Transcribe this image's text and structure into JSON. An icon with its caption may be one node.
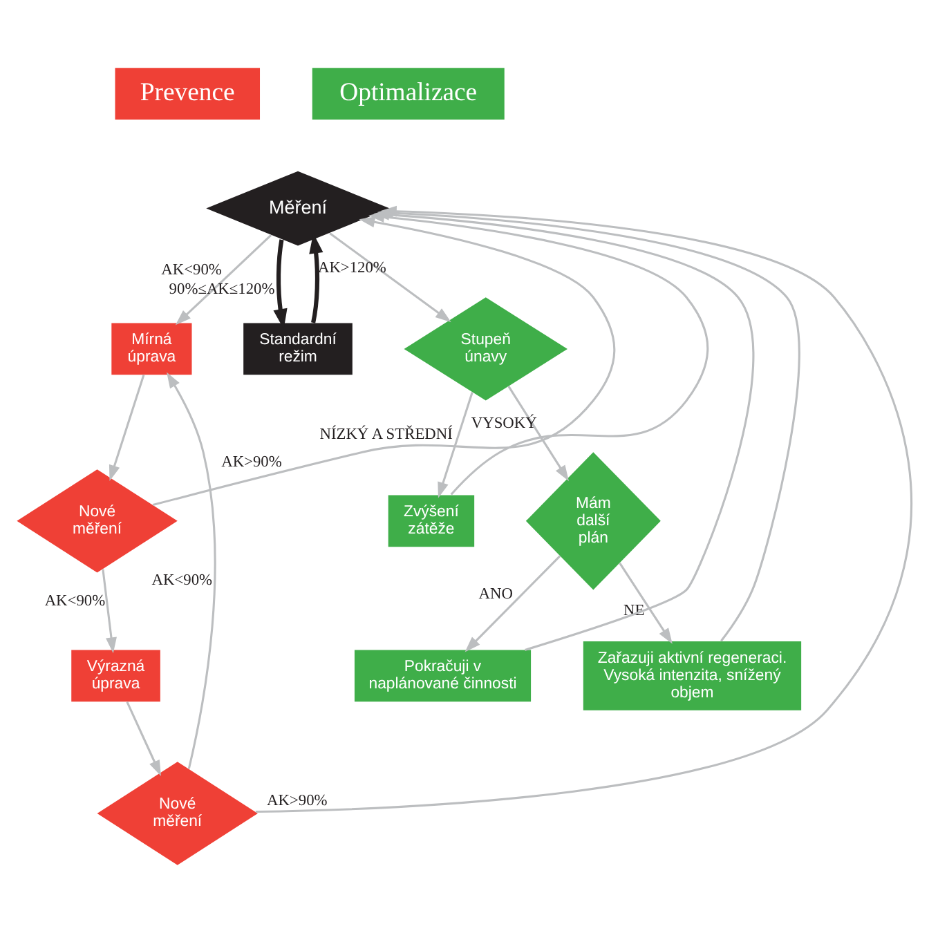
{
  "diagram": {
    "nodes": [
      {
        "text": [
          "Prevence"
        ]
      },
      {
        "text": [
          "Optimalizace"
        ]
      },
      {
        "text": [
          "Měření"
        ]
      },
      {
        "text": [
          "Mírná úprava"
        ]
      },
      {
        "text": [
          "Standardní režim"
        ]
      },
      {
        "text": [
          "Stupeň únavy"
        ]
      },
      {
        "text": [
          "Nové měření"
        ]
      },
      {
        "text": [
          "Zvýšení zátěže"
        ]
      },
      {
        "text": [
          "Mám další plán"
        ]
      },
      {
        "text": [
          "Výrazná úprava"
        ]
      },
      {
        "text": [
          "Pokračuji v naplánované činnosti"
        ]
      },
      {
        "text": [
          "Zařazuji aktivní regeneraci. Vysoká intenzita, snížený objem"
        ]
      },
      {
        "text": [
          "Nové měření"
        ]
      }
    ],
    "edges": [
      {
        "from": 2,
        "to": 3,
        "arrow": "to",
        "label": "AK<90%"
      },
      {
        "from": 2,
        "to": 4,
        "arrow": "to",
        "label": "90%≤AK≤120%",
        "style": "thick",
        "color": "#231f20"
      },
      {
        "from": 2,
        "to": 5,
        "arrow": "to",
        "label": "AK>120%"
      },
      {
        "from": 3,
        "to": 6,
        "arrow": "to"
      },
      {
        "from": 6,
        "to": 2,
        "arrow": "to",
        "label": "AK>90%"
      },
      {
        "from": 6,
        "to": 9,
        "arrow": "to",
        "label": "AK<90%"
      },
      {
        "from": 9,
        "to": 12,
        "arrow": "to"
      },
      {
        "from": 12,
        "to": 3,
        "arrow": "to",
        "label": "AK<90%"
      },
      {
        "from": 12,
        "to": 2,
        "arrow": "to",
        "label": "AK>90%"
      },
      {
        "from": 5,
        "to": 7,
        "arrow": "to",
        "label": "NÍZKÝ A STŘEDNÍ"
      },
      {
        "from": 5,
        "to": 8,
        "arrow": "to",
        "label": "VYSOKÝ"
      },
      {
        "from": 8,
        "to": 10,
        "arrow": "to",
        "label": "ANO"
      },
      {
        "from": 8,
        "to": 11,
        "arrow": "to",
        "label": "NE"
      },
      {
        "from": 7,
        "to": 2,
        "arrow": "to"
      },
      {
        "from": 10,
        "to": 2,
        "arrow": "to"
      },
      {
        "from": 11,
        "to": 2,
        "arrow": "to"
      },
      {
        "from": 4,
        "to": 2,
        "arrow": "to",
        "style": "thick",
        "color": "#231f20"
      }
    ]
  }
}
